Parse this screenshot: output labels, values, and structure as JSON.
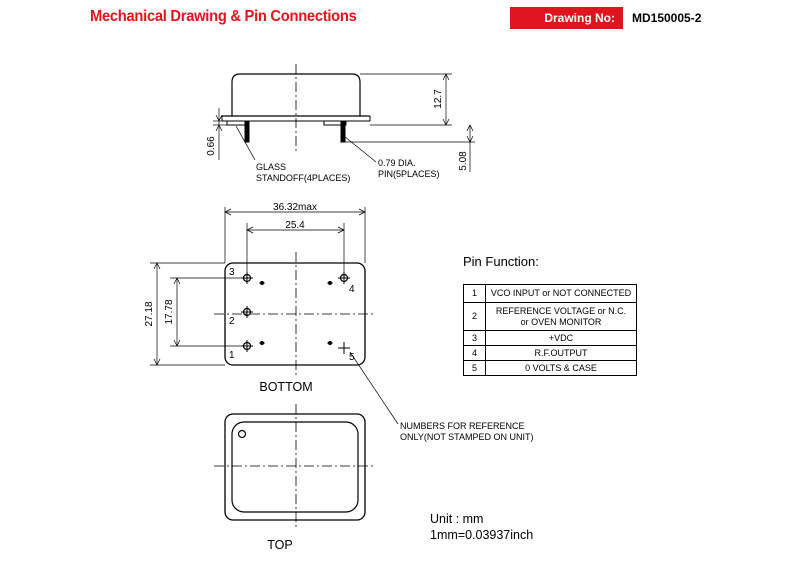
{
  "header": {
    "title": "Mechanical Drawing & Pin Connections",
    "drawing_no_label": "Drawing No:",
    "drawing_no": "MD150005-2"
  },
  "side_view": {
    "dim_height": "12.7",
    "dim_standoff": "0.66",
    "dim_pin_length": "5.08",
    "glass_label_1": "GLASS",
    "glass_label_2": "STANDOFF(4PLACES)",
    "pin_label_1": "0.79 DIA.",
    "pin_label_2": "PIN(5PLACES)"
  },
  "bottom_view": {
    "dim_width": "36.32max",
    "dim_pin_spacing": "25.4",
    "dim_height": "27.18",
    "dim_inner_height": "17.78",
    "pin_numbers": [
      "1",
      "2",
      "3",
      "4",
      "5"
    ],
    "label": "BOTTOM",
    "note_1": "NUMBERS FOR REFERENCE",
    "note_2": "ONLY(NOT STAMPED ON UNIT)"
  },
  "top_view": {
    "label": "TOP"
  },
  "pin_function": {
    "title": "Pin Function:",
    "rows": [
      {
        "num": "1",
        "function": "VCO INPUT or NOT CONNECTED"
      },
      {
        "num": "2",
        "function": "REFERENCE VOLTAGE or N.C.",
        "function_2": "or OVEN MONITOR"
      },
      {
        "num": "3",
        "function": "+VDC"
      },
      {
        "num": "4",
        "function": "R.F.OUTPUT"
      },
      {
        "num": "5",
        "function": "0 VOLTS & CASE"
      }
    ]
  },
  "units": {
    "line1": "Unit : mm",
    "line2": "1mm=0.03937inch"
  }
}
